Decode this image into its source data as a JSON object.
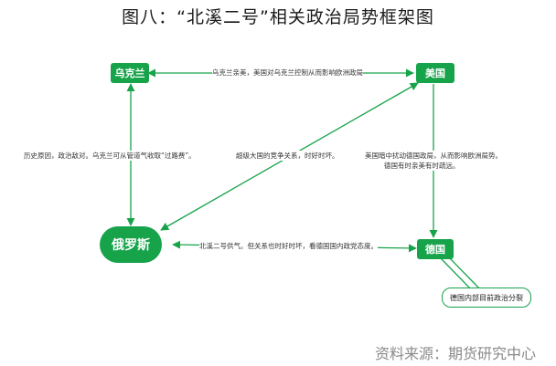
{
  "title": "图八：“北溪二号”相关政治局势框架图",
  "nodes": {
    "ukraine": "乌克兰",
    "usa": "美国",
    "russia": "俄罗斯",
    "germany": "德国"
  },
  "callout": "德国内部目前政治分裂",
  "edge_labels": {
    "ukraine_usa": "乌克兰亲美，美国对乌克兰控制从而影响欧洲政局",
    "ukraine_russia": "历史原因，政治敌对。乌克兰可从管道气收取“过路费”。",
    "russia_usa": "超级大国的竞争关系，时好时坏。",
    "usa_germany_1": "美国暗中扰动德国政局，从而影响欧洲局势。",
    "usa_germany_2": "德国有时亲美有时疏远。",
    "russia_germany": "北溪二号供气。但关系也时好时坏，看德国国内政党态度。"
  },
  "source": "资料来源：期货研究中心",
  "colors": {
    "accent": "#16a34a"
  }
}
